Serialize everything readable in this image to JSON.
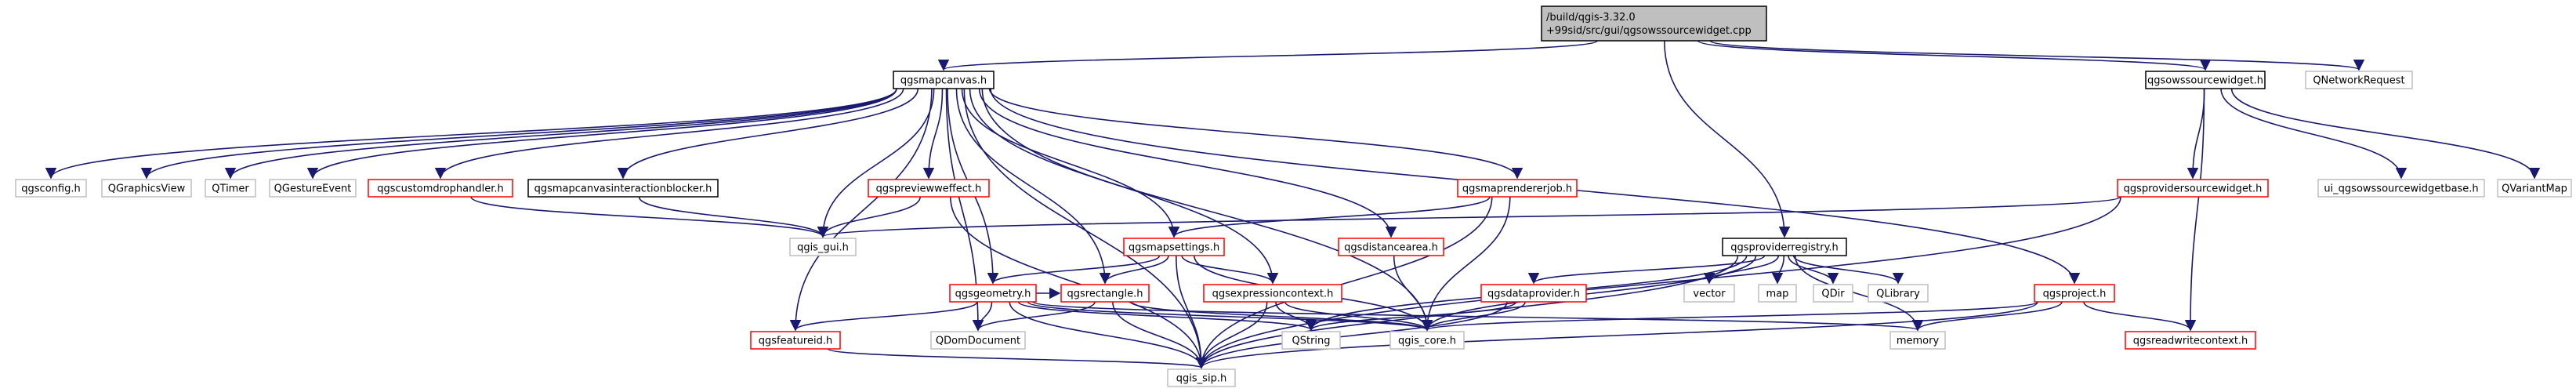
{
  "diagram": {
    "colors": {
      "edge": "#191970",
      "root_fill": "#bfbfbf",
      "border_red": "#ff0000",
      "border_black": "#000000",
      "border_gray": "#bfbfbf"
    },
    "nodes": [
      {
        "id": "root",
        "lines": [
          "/build/qgis-3.32.0",
          "+99sid/src/gui/qgsowssourcewidget.cpp"
        ],
        "style": "root"
      },
      {
        "id": "qgsmapcanvas",
        "lines": [
          "qgsmapcanvas.h"
        ],
        "style": "black"
      },
      {
        "id": "qgsowssourcewidget",
        "lines": [
          "qgsowssourcewidget.h"
        ],
        "style": "black"
      },
      {
        "id": "qnetworkrequest",
        "lines": [
          "QNetworkRequest"
        ],
        "style": "gray"
      },
      {
        "id": "qgsconfig",
        "lines": [
          "qgsconfig.h"
        ],
        "style": "gray"
      },
      {
        "id": "qgraphicsview",
        "lines": [
          "QGraphicsView"
        ],
        "style": "gray"
      },
      {
        "id": "qtimer",
        "lines": [
          "QTimer"
        ],
        "style": "gray"
      },
      {
        "id": "qgestureevent",
        "lines": [
          "QGestureEvent"
        ],
        "style": "gray"
      },
      {
        "id": "qgscustomdrophandler",
        "lines": [
          "qgscustomdrophandler.h"
        ],
        "style": "red"
      },
      {
        "id": "qgsmapcanvasinteractionblocker",
        "lines": [
          "qgsmapcanvasinteractionblocker.h"
        ],
        "style": "black"
      },
      {
        "id": "qgspreviewweffect",
        "lines": [
          "qgspreviewweffect.h"
        ],
        "style": "red"
      },
      {
        "id": "qgsmaprendererjob",
        "lines": [
          "qgsmaprendererjob.h"
        ],
        "style": "red"
      },
      {
        "id": "qgsprovidersourcewidget",
        "lines": [
          "qgsprovidersourcewidget.h"
        ],
        "style": "red"
      },
      {
        "id": "ui_qgsowssourcewidgetbase",
        "lines": [
          "ui_qgsowssourcewidgetbase.h"
        ],
        "style": "gray"
      },
      {
        "id": "qvariantmap",
        "lines": [
          "QVariantMap"
        ],
        "style": "gray"
      },
      {
        "id": "qgis_gui",
        "lines": [
          "qgis_gui.h"
        ],
        "style": "gray"
      },
      {
        "id": "qgsmapsettings",
        "lines": [
          "qgsmapsettings.h"
        ],
        "style": "red"
      },
      {
        "id": "qgsdistancearea",
        "lines": [
          "qgsdistancearea.h"
        ],
        "style": "red"
      },
      {
        "id": "qgsproviderregistry",
        "lines": [
          "qgsproviderregistry.h"
        ],
        "style": "black"
      },
      {
        "id": "qgsgeometry",
        "lines": [
          "qgsgeometry.h"
        ],
        "style": "red"
      },
      {
        "id": "qgsrectangle",
        "lines": [
          "qgsrectangle.h"
        ],
        "style": "red"
      },
      {
        "id": "qgsexpressioncontext",
        "lines": [
          "qgsexpressioncontext.h"
        ],
        "style": "red"
      },
      {
        "id": "qgsdataprovider",
        "lines": [
          "qgsdataprovider.h"
        ],
        "style": "red"
      },
      {
        "id": "vector",
        "lines": [
          "vector"
        ],
        "style": "gray"
      },
      {
        "id": "map",
        "lines": [
          "map"
        ],
        "style": "gray"
      },
      {
        "id": "qdir",
        "lines": [
          "QDir"
        ],
        "style": "gray"
      },
      {
        "id": "qlibrary",
        "lines": [
          "QLibrary"
        ],
        "style": "gray"
      },
      {
        "id": "qgsproject",
        "lines": [
          "qgsproject.h"
        ],
        "style": "red"
      },
      {
        "id": "qgsfeatureid",
        "lines": [
          "qgsfeatureid.h"
        ],
        "style": "red"
      },
      {
        "id": "qdomdocument",
        "lines": [
          "QDomDocument"
        ],
        "style": "gray"
      },
      {
        "id": "qstring",
        "lines": [
          "QString"
        ],
        "style": "gray"
      },
      {
        "id": "qgis_core",
        "lines": [
          "qgis_core.h"
        ],
        "style": "gray"
      },
      {
        "id": "memory",
        "lines": [
          "memory"
        ],
        "style": "gray"
      },
      {
        "id": "qgsreadwritecontext",
        "lines": [
          "qgsreadwritecontext.h"
        ],
        "style": "red"
      },
      {
        "id": "qgis_sip",
        "lines": [
          "qgis_sip.h"
        ],
        "style": "gray"
      }
    ],
    "edges": [
      [
        "root",
        "qgsmapcanvas"
      ],
      [
        "root",
        "qgsowssourcewidget"
      ],
      [
        "root",
        "qnetworkrequest"
      ],
      [
        "root",
        "qgsproviderregistry"
      ],
      [
        "qgsmapcanvas",
        "qgsconfig"
      ],
      [
        "qgsmapcanvas",
        "qgraphicsview"
      ],
      [
        "qgsmapcanvas",
        "qtimer"
      ],
      [
        "qgsmapcanvas",
        "qgestureevent"
      ],
      [
        "qgsmapcanvas",
        "qgscustomdrophandler"
      ],
      [
        "qgsmapcanvas",
        "qgsmapcanvasinteractionblocker"
      ],
      [
        "qgsmapcanvas",
        "qgspreviewweffect"
      ],
      [
        "qgsmapcanvas",
        "qgsmaprendererjob"
      ],
      [
        "qgsmapcanvas",
        "qgis_gui"
      ],
      [
        "qgsmapcanvas",
        "qgsmapsettings"
      ],
      [
        "qgsmapcanvas",
        "qgsdistancearea"
      ],
      [
        "qgsmapcanvas",
        "qgsgeometry"
      ],
      [
        "qgsmapcanvas",
        "qgsrectangle"
      ],
      [
        "qgsmapcanvas",
        "qgsexpressioncontext"
      ],
      [
        "qgsmapcanvas",
        "qgsproject"
      ],
      [
        "qgsmapcanvas",
        "qgsfeatureid"
      ],
      [
        "qgsmapcanvas",
        "qdomdocument"
      ],
      [
        "qgsmapcanvas",
        "qgis_core"
      ],
      [
        "qgsmapcanvas",
        "qgis_sip"
      ],
      [
        "qgsowssourcewidget",
        "qgsprovidersourcewidget"
      ],
      [
        "qgsowssourcewidget",
        "ui_qgsowssourcewidgetbase"
      ],
      [
        "qgsowssourcewidget",
        "qvariantmap"
      ],
      [
        "qgsowssourcewidget",
        "qgsreadwritecontext"
      ],
      [
        "qgscustomdrophandler",
        "qgis_gui"
      ],
      [
        "qgsmapcanvasinteractionblocker",
        "qgis_gui"
      ],
      [
        "qgspreviewweffect",
        "qgis_gui"
      ],
      [
        "qgspreviewweffect",
        "qgis_sip"
      ],
      [
        "qgsprovidersourcewidget",
        "qgis_gui"
      ],
      [
        "qgsprovidersourcewidget",
        "qgis_sip"
      ],
      [
        "qgsmaprendererjob",
        "qgsmapsettings"
      ],
      [
        "qgsmaprendererjob",
        "qgis_core"
      ],
      [
        "qgsmaprendererjob",
        "qgis_sip"
      ],
      [
        "qgsmapsettings",
        "qgsgeometry"
      ],
      [
        "qgsmapsettings",
        "qgsrectangle"
      ],
      [
        "qgsmapsettings",
        "qgsexpressioncontext"
      ],
      [
        "qgsmapsettings",
        "qgis_core"
      ],
      [
        "qgsmapsettings",
        "qgis_sip"
      ],
      [
        "qgsdistancearea",
        "qgis_core"
      ],
      [
        "qgsproviderregistry",
        "qgsdataprovider"
      ],
      [
        "qgsproviderregistry",
        "vector"
      ],
      [
        "qgsproviderregistry",
        "map"
      ],
      [
        "qgsproviderregistry",
        "qdir"
      ],
      [
        "qgsproviderregistry",
        "qlibrary"
      ],
      [
        "qgsproviderregistry",
        "memory"
      ],
      [
        "qgsproviderregistry",
        "qgis_core"
      ],
      [
        "qgsproviderregistry",
        "qstring"
      ],
      [
        "qgsproviderregistry",
        "qgis_sip"
      ],
      [
        "qgsgeometry",
        "qgsfeatureid"
      ],
      [
        "qgsgeometry",
        "qdomdocument"
      ],
      [
        "qgsgeometry",
        "qstring"
      ],
      [
        "qgsgeometry",
        "qgis_core"
      ],
      [
        "qgsgeometry",
        "memory"
      ],
      [
        "qgsgeometry",
        "qgis_sip"
      ],
      [
        "qgsgeometry",
        "qgsrectangle"
      ],
      [
        "qgsrectangle",
        "qdomdocument"
      ],
      [
        "qgsrectangle",
        "qgis_core"
      ],
      [
        "qgsrectangle",
        "qgis_sip"
      ],
      [
        "qgsexpressioncontext",
        "qstring"
      ],
      [
        "qgsexpressioncontext",
        "qgis_core"
      ],
      [
        "qgsexpressioncontext",
        "qgis_sip"
      ],
      [
        "qgsdataprovider",
        "qstring"
      ],
      [
        "qgsdataprovider",
        "qgis_core"
      ],
      [
        "qgsdataprovider",
        "qgis_sip"
      ],
      [
        "qgsproject",
        "memory"
      ],
      [
        "qgsproject",
        "qgsreadwritecontext"
      ],
      [
        "qgsproject",
        "qgis_core"
      ],
      [
        "qgsproject",
        "qgis_sip"
      ],
      [
        "qgsfeatureid",
        "qgis_sip"
      ]
    ]
  }
}
